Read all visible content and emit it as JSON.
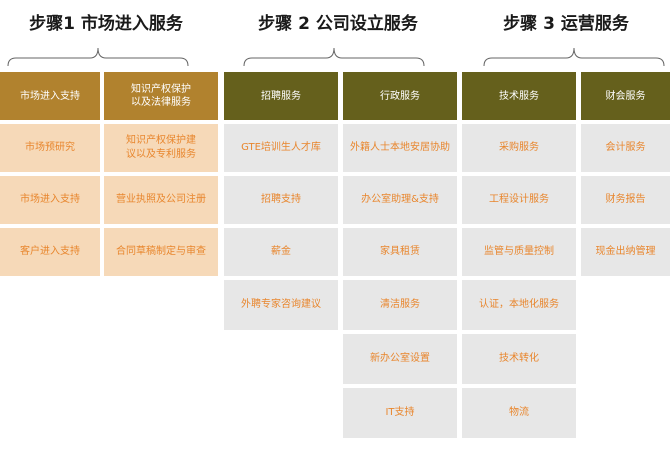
{
  "steps": [
    {
      "title": "步骤1 市场进入服务"
    },
    {
      "title": "步骤 2 公司设立服务"
    },
    {
      "title": "步骤 3 运营服务"
    }
  ],
  "columns": [
    {
      "header": "市场进入支持",
      "items": [
        "市场预研究",
        "市场进入支持",
        "客户进入支持"
      ]
    },
    {
      "header": "知识产权保护\n以及法律服务",
      "items": [
        "知识产权保护建\n议以及专利服务",
        "营业执照及公司注册",
        "合同草稿制定与审查"
      ]
    },
    {
      "header": "招聘服务",
      "items": [
        "GTE培训生人才库",
        "招聘支持",
        "薪金",
        "外聘专家咨询建议"
      ]
    },
    {
      "header": "行政服务",
      "items": [
        "外籍人士本地安居协助",
        "办公室助理&支持",
        "家具租赁",
        "清洁服务",
        "新办公室设置",
        "IT支持"
      ]
    },
    {
      "header": "技术服务",
      "items": [
        "采购服务",
        "工程设计服务",
        "监管与质量控制",
        "认证，本地化服务",
        "技术转化",
        "物流"
      ]
    },
    {
      "header": "财会服务",
      "items": [
        "会计服务",
        "财务报告",
        "现金出纳管理"
      ]
    }
  ],
  "colors": {
    "step1_header": "#b1822e",
    "step1_cell": "#f6d9b8",
    "other_header": "#65601c",
    "other_cell": "#e7e7e7",
    "cell_text": "#e8862d"
  }
}
